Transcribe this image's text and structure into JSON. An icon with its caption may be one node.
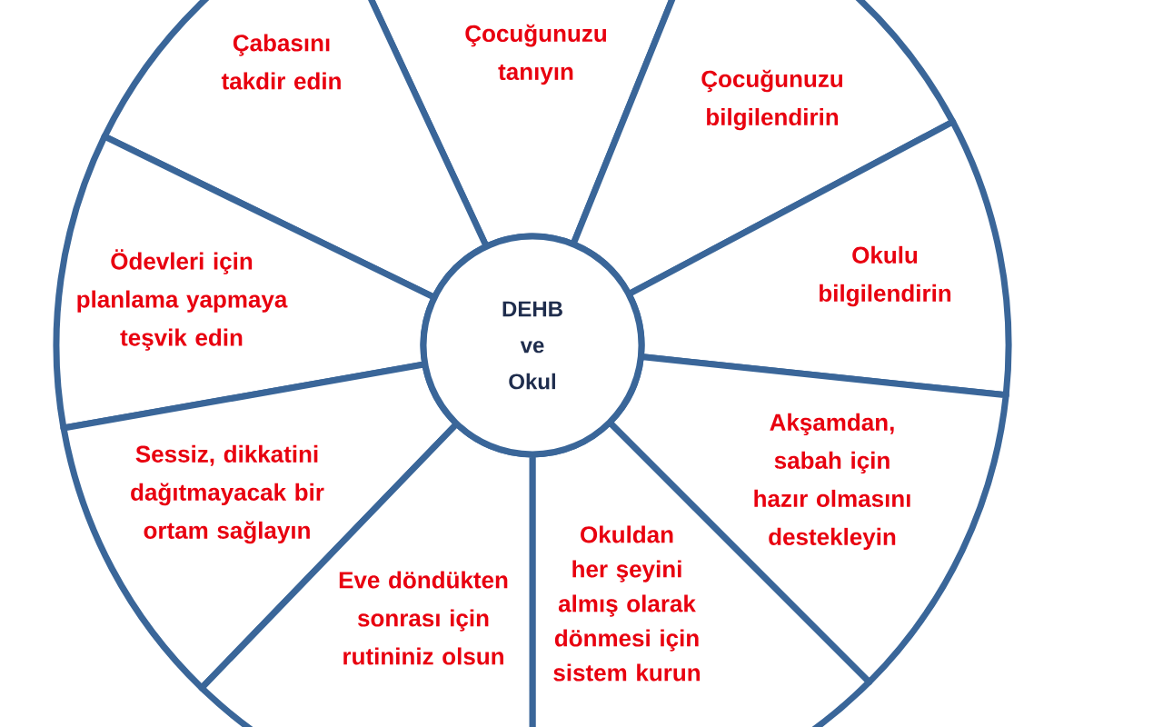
{
  "diagram": {
    "nodes": [
      {
        "text": [
          "Çocuğunuzu tanıyın"
        ]
      },
      {
        "text": [
          "Çabasını takdir edin"
        ]
      },
      {
        "text": [
          "Çocuğunuzu bilgilendirin"
        ]
      },
      {
        "text": [
          "Okulu bilgilendirin"
        ]
      },
      {
        "text": [
          "Ödevleri için planlama yapmaya teşvik edin"
        ]
      },
      {
        "text": [
          "DEHB ve Okul"
        ]
      },
      {
        "text": [
          "Akşamdan, sabah için hazır olmasını destekleyin"
        ]
      },
      {
        "text": [
          "Sessiz, dikkatini dağıtmayacak bir ortam sağlayın"
        ]
      },
      {
        "text": [
          "Okuldan her şeyini almış olarak dönmesi için sistem kurun"
        ]
      },
      {
        "text": [
          "Eve döndükten sonrası için rutininiz olsun"
        ]
      }
    ]
  }
}
